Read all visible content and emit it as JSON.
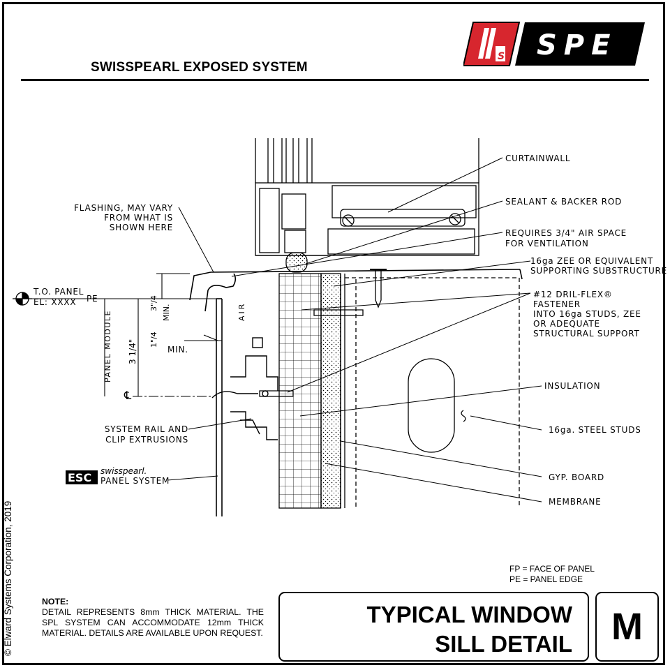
{
  "header": {
    "title": "SWISSPEARL EXPOSED SYSTEM",
    "logo_text": "SPE",
    "logo_mark": "S"
  },
  "labels": {
    "curtainwall": "CURTAINWALL",
    "sealant": "SEALANT & BACKER ROD",
    "air_space_1": "REQUIRES 3/4\" AIR SPACE",
    "air_space_2": "FOR VENTILATION",
    "zee_1": "16ga ZEE OR EQUIVALENT",
    "zee_2": "SUPPORTING SUBSTRUCTURE",
    "fastener_1": "#12 DRIL-FLEX®",
    "fastener_2": "FASTENER",
    "fastener_3": "INTO 16ga STUDS, ZEE",
    "fastener_4": "OR ADEQUATE",
    "fastener_5": "STRUCTURAL SUPPORT",
    "insulation": "INSULATION",
    "steel_studs": "16ga. STEEL STUDS",
    "gyp_board": "GYP. BOARD",
    "membrane": "MEMBRANE",
    "flashing_1": "FLASHING, MAY VARY",
    "flashing_2": "FROM WHAT IS",
    "flashing_3": "SHOWN HERE",
    "to_panel_1": "T.O. PANEL",
    "to_panel_2": "EL: XXXX",
    "pe": "PE",
    "panel_module": "PANEL MODULE",
    "air": "AIR",
    "min_1": "MIN.",
    "min_2": "MIN.",
    "dim_3_4": "3\"/4",
    "dim_1_4": "1\"/4",
    "dim_3_1_4": "3 1/4\"",
    "centerline": "℄",
    "system_rail_1": "SYSTEM RAIL AND",
    "system_rail_2": "CLIP EXTRUSIONS",
    "esc_logo": "ESC",
    "esc_brand": "swisspearl.",
    "panel_system": "PANEL SYSTEM"
  },
  "legend": {
    "fp": "FP = FACE OF PANEL",
    "pe": "PE = PANEL EDGE"
  },
  "note": {
    "heading": "NOTE:",
    "body": "DETAIL REPRESENTS 8mm THICK MATERIAL. THE SPL SYSTEM CAN ACCOMMODATE 12mm THICK MATERIAL. DETAILS ARE AVAILABLE UPON REQUEST."
  },
  "title_block": {
    "line1": "TYPICAL WINDOW",
    "line2": "SILL DETAIL",
    "sheet_id": "M"
  },
  "copyright": "© Elward Systems Corporation, 2019",
  "colors": {
    "brand_red": "#d7262e",
    "ink": "#000000"
  }
}
